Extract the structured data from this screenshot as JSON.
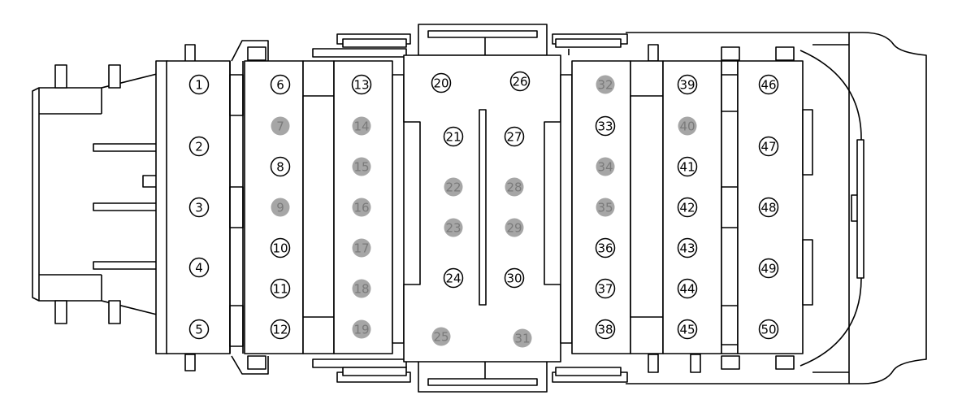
{
  "colors": {
    "outline": "#000000",
    "background": "#ffffff",
    "pin_inactive": "#a6a6a6",
    "pin_inactive_text": "#7a7a7a",
    "pin_active_text": "#000000"
  },
  "pins": [
    {
      "label": "1",
      "inactive": false
    },
    {
      "label": "2",
      "inactive": false
    },
    {
      "label": "3",
      "inactive": false
    },
    {
      "label": "4",
      "inactive": false
    },
    {
      "label": "5",
      "inactive": false
    },
    {
      "label": "6",
      "inactive": false
    },
    {
      "label": "7",
      "inactive": true
    },
    {
      "label": "8",
      "inactive": false
    },
    {
      "label": "9",
      "inactive": true
    },
    {
      "label": "10",
      "inactive": false
    },
    {
      "label": "11",
      "inactive": false
    },
    {
      "label": "12",
      "inactive": false
    },
    {
      "label": "13",
      "inactive": false
    },
    {
      "label": "14",
      "inactive": true
    },
    {
      "label": "15",
      "inactive": true
    },
    {
      "label": "16",
      "inactive": true
    },
    {
      "label": "17",
      "inactive": true
    },
    {
      "label": "18",
      "inactive": true
    },
    {
      "label": "19",
      "inactive": true
    },
    {
      "label": "20",
      "inactive": false
    },
    {
      "label": "21",
      "inactive": false
    },
    {
      "label": "22",
      "inactive": true
    },
    {
      "label": "23",
      "inactive": true
    },
    {
      "label": "24",
      "inactive": false
    },
    {
      "label": "25",
      "inactive": true
    },
    {
      "label": "26",
      "inactive": false
    },
    {
      "label": "27",
      "inactive": false
    },
    {
      "label": "28",
      "inactive": true
    },
    {
      "label": "29",
      "inactive": true
    },
    {
      "label": "30",
      "inactive": false
    },
    {
      "label": "31",
      "inactive": true
    },
    {
      "label": "32",
      "inactive": true
    },
    {
      "label": "33",
      "inactive": false
    },
    {
      "label": "34",
      "inactive": true
    },
    {
      "label": "35",
      "inactive": true
    },
    {
      "label": "36",
      "inactive": false
    },
    {
      "label": "37",
      "inactive": false
    },
    {
      "label": "38",
      "inactive": false
    },
    {
      "label": "39",
      "inactive": false
    },
    {
      "label": "40",
      "inactive": true
    },
    {
      "label": "41",
      "inactive": false
    },
    {
      "label": "42",
      "inactive": false
    },
    {
      "label": "43",
      "inactive": false
    },
    {
      "label": "44",
      "inactive": false
    },
    {
      "label": "45",
      "inactive": false
    },
    {
      "label": "46",
      "inactive": false
    },
    {
      "label": "47",
      "inactive": false
    },
    {
      "label": "48",
      "inactive": false
    },
    {
      "label": "49",
      "inactive": false
    },
    {
      "label": "50",
      "inactive": false
    }
  ]
}
